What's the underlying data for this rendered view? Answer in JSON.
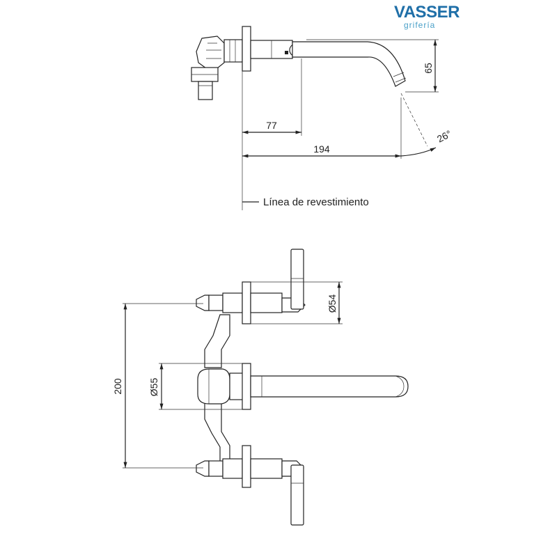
{
  "brand": {
    "name": "VASSER",
    "tagline": "grifería",
    "primary_color": "#1f6fa8",
    "secondary_color": "#4aa0c8"
  },
  "side_view": {
    "dim_height": "65",
    "dim_inner": "77",
    "dim_overall": "194",
    "dim_angle": "26°",
    "wall_line_label": "Línea de revestimiento"
  },
  "front_view": {
    "dim_center_distance": "200",
    "dim_spout_rosette": "Ø55",
    "dim_handle_rosette": "Ø54"
  }
}
